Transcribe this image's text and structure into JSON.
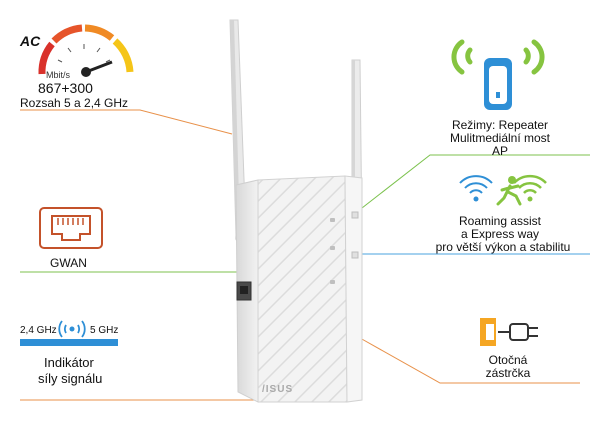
{
  "speed": {
    "badge": "AC",
    "unit": "Mbit/s",
    "value": "867+300",
    "range": "Rozsah 5 a 2,4 GHz"
  },
  "gwan": {
    "label": "GWAN"
  },
  "signal": {
    "band_left": "2,4 GHz",
    "band_right": "5 GHz",
    "line1": "Indikátor",
    "line2": "síly signálu"
  },
  "modes": {
    "line1": "Režimy: Repeater",
    "line2": "Mulitmediální most",
    "line3": "AP"
  },
  "roaming": {
    "line1": "Roaming assist",
    "line2": "a Express way",
    "line3": "pro větší výkon a stabilitu"
  },
  "plug": {
    "line1": "Otočná",
    "line2": "zástrčka"
  },
  "device": {
    "logo": "/ISUS"
  },
  "colors": {
    "gauge_red": "#d9312b",
    "gauge_orange": "#f08a24",
    "gauge_yellow": "#f5c518",
    "leader_orange": "#e8914a",
    "leader_green": "#7cc24e",
    "leader_blue": "#4aa3df",
    "wifi_blue": "#2e8fd6",
    "icon_green": "#86c440"
  }
}
